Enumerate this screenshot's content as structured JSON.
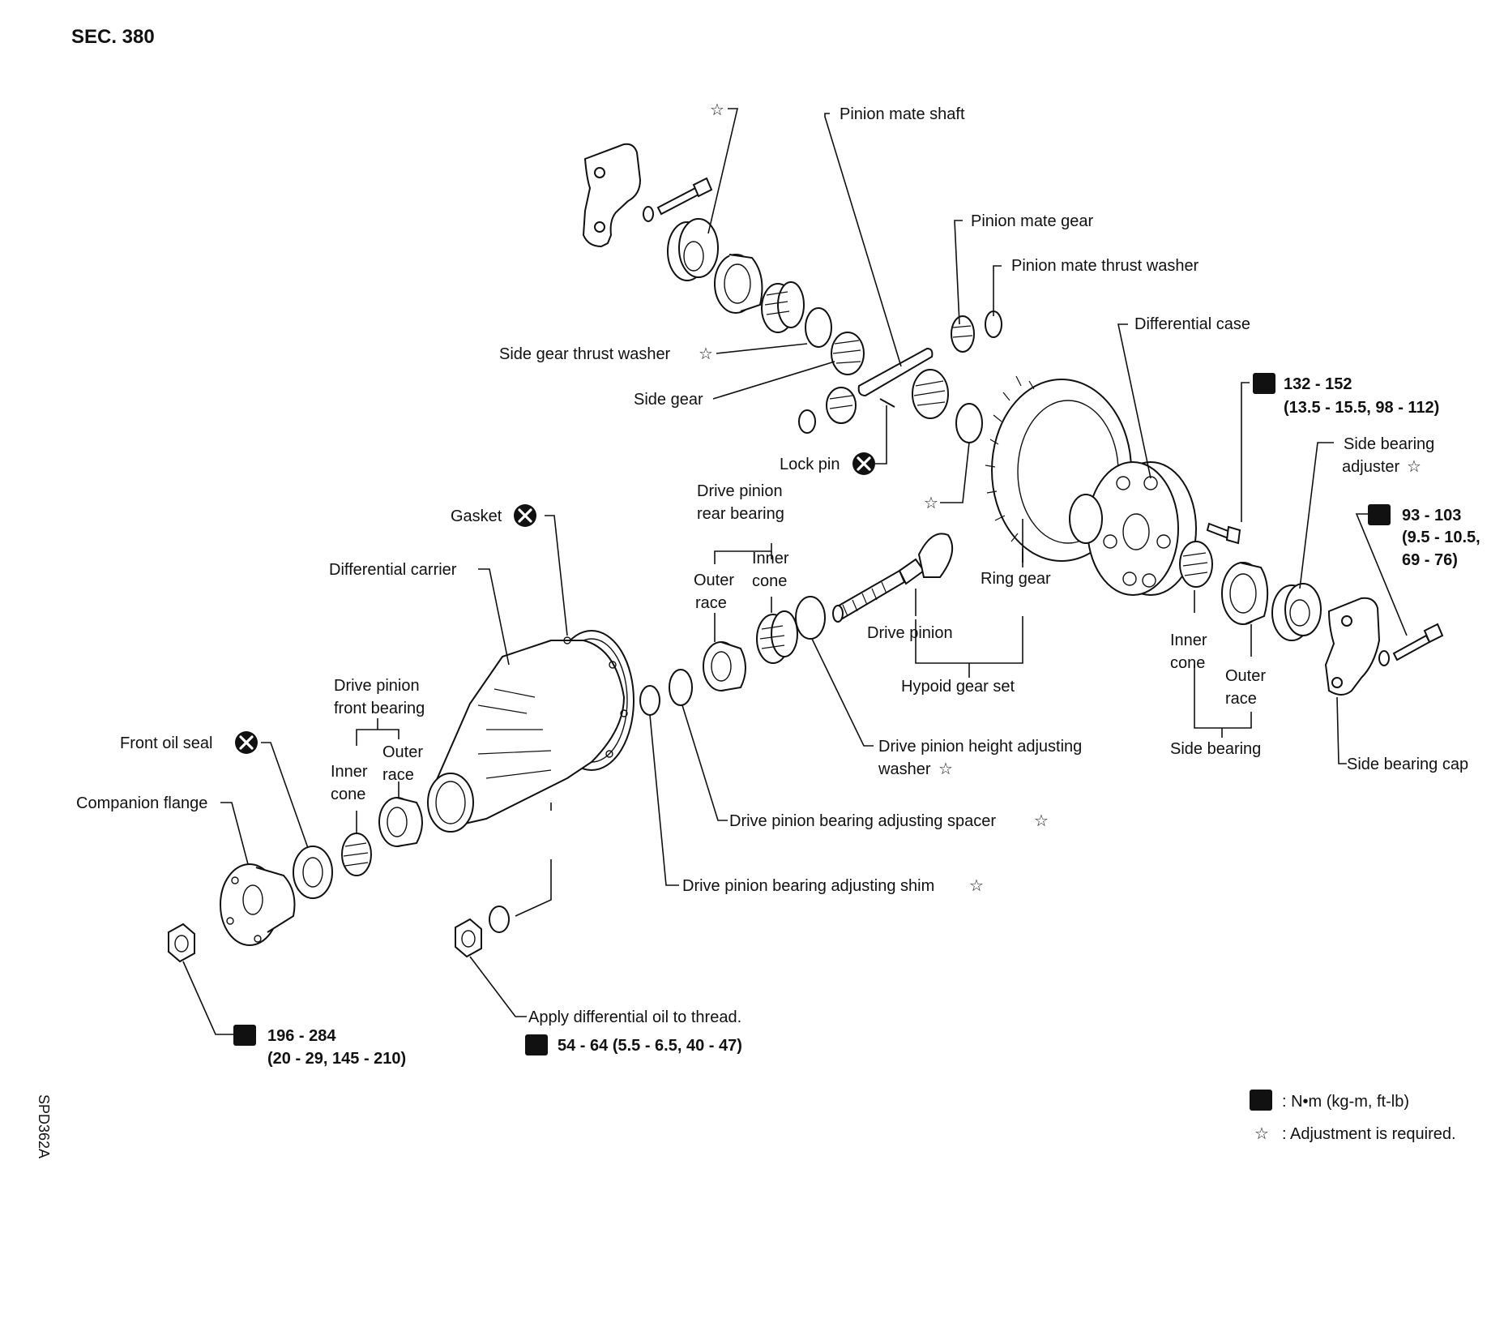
{
  "section": "SEC. 380",
  "code": "SPD362A",
  "labels": {
    "pinion_mate_shaft": "Pinion mate shaft",
    "pinion_mate_gear": "Pinion mate gear",
    "pinion_mate_thrust_washer": "Pinion mate thrust washer",
    "differential_case": "Differential case",
    "side_gear_thrust_washer": "Side gear thrust washer",
    "side_gear": "Side gear",
    "lock_pin": "Lock pin",
    "gasket": "Gasket",
    "differential_carrier": "Differential carrier",
    "drive_pinion_rear_bearing_1": "Drive pinion",
    "drive_pinion_rear_bearing_2": "rear bearing",
    "rear_outer_1": "Outer",
    "rear_outer_2": "race",
    "rear_inner_1": "Inner",
    "rear_inner_2": "cone",
    "ring_gear": "Ring gear",
    "drive_pinion": "Drive pinion",
    "hypoid_gear_set": "Hypoid gear set",
    "side_bearing_adjuster_1": "Side bearing",
    "side_bearing_adjuster_2": "adjuster",
    "side_inner_1": "Inner",
    "side_inner_2": "cone",
    "side_outer_1": "Outer",
    "side_outer_2": "race",
    "side_bearing": "Side bearing",
    "side_bearing_cap": "Side bearing cap",
    "drive_pinion_front_bearing_1": "Drive pinion",
    "drive_pinion_front_bearing_2": "front bearing",
    "front_inner_1": "Inner",
    "front_inner_2": "cone",
    "front_outer_1": "Outer",
    "front_outer_2": "race",
    "front_oil_seal": "Front oil seal",
    "companion_flange": "Companion flange",
    "height_washer_1": "Drive pinion height adjusting",
    "height_washer_2": "washer",
    "adjusting_spacer": "Drive pinion bearing adjusting spacer",
    "adjusting_shim": "Drive pinion bearing adjusting shim",
    "apply_oil": "Apply differential oil to thread."
  },
  "torques": {
    "t132_1": "132 - 152",
    "t132_2": "(13.5 - 15.5, 98 - 112)",
    "t93_1": "93 - 103",
    "t93_2": "(9.5 - 10.5,",
    "t93_3": "69 - 76)",
    "t196_1": "196 - 284",
    "t196_2": "(20 - 29, 145 - 210)",
    "t54": "54 - 64 (5.5 - 6.5, 40 - 47)"
  },
  "legend": {
    "torque_unit": ": N•m (kg-m, ft-lb)",
    "adjustment": ": Adjustment is required."
  },
  "symbols": {
    "star": "☆"
  }
}
